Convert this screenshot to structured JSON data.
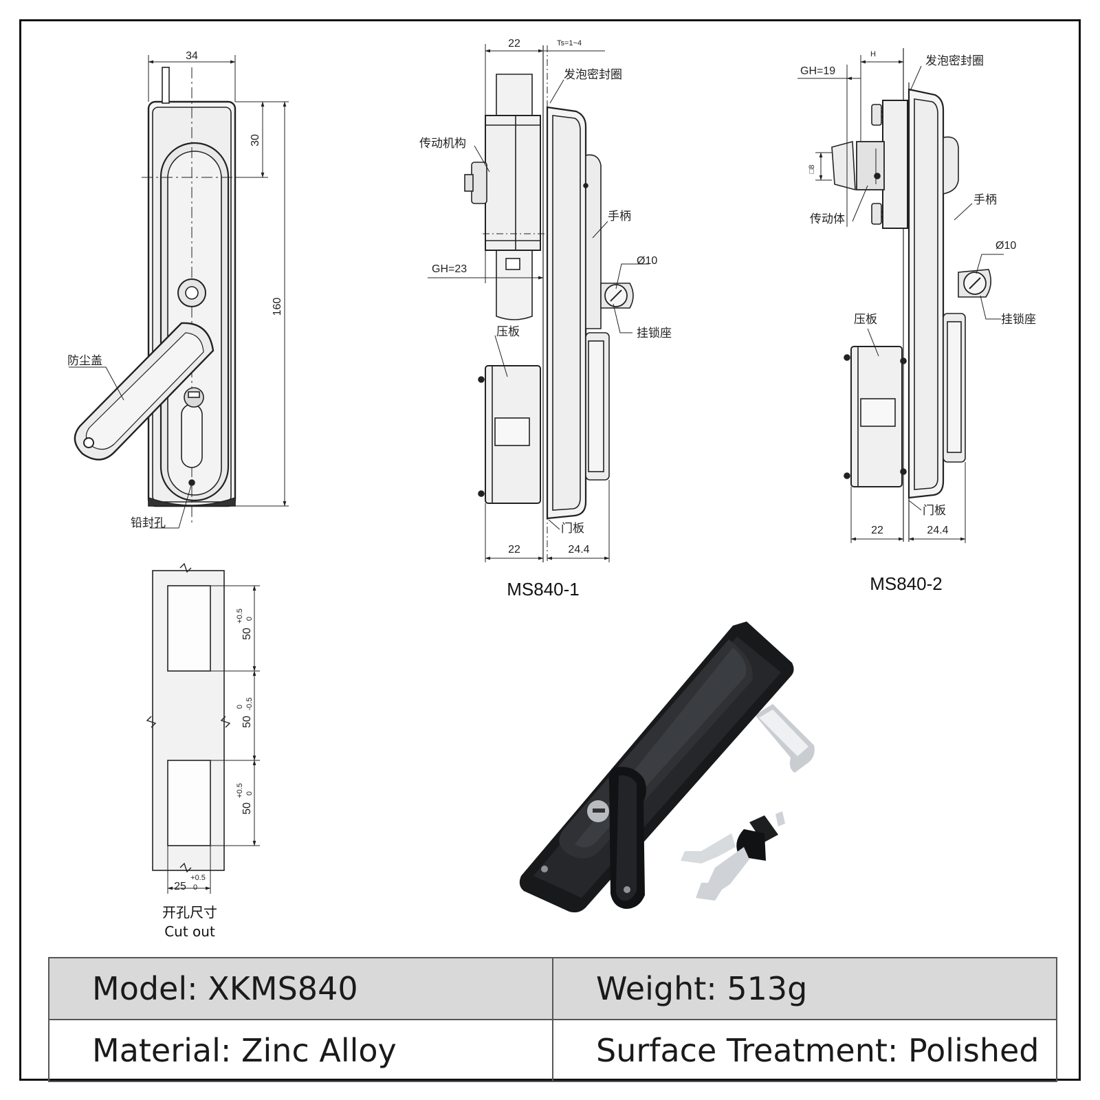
{
  "front_view": {
    "dims": {
      "width": "34",
      "top": "30",
      "height": "160"
    },
    "labels": {
      "dust_cover": "防尘盖",
      "seal_hole": "铅封孔"
    }
  },
  "view_ms840_1": {
    "title": "MS840-1",
    "dims": {
      "top_left": "22",
      "ts": "Ts=1~4",
      "gh": "GH=23",
      "bottom_left": "22",
      "bottom_right": "24.4",
      "dia": "Ø10"
    },
    "labels": {
      "foam_seal": "发泡密封圈",
      "drive_mechanism": "传动机构",
      "handle": "手柄",
      "press_plate": "压板",
      "padlock_seat": "挂锁座",
      "door_panel": "门板"
    }
  },
  "view_ms840_2": {
    "title": "MS840-2",
    "dims": {
      "gh": "GH=19",
      "h": "H",
      "square": "□8",
      "bottom_left": "22",
      "bottom_right": "24.4",
      "dia": "Ø10"
    },
    "labels": {
      "foam_seal": "发泡密封圈",
      "drive_body": "传动体",
      "handle": "手柄",
      "press_plate": "压板",
      "padlock_seat": "挂锁座",
      "door_panel": "门板"
    }
  },
  "cutout": {
    "dim_1": "50",
    "dim_1_tol_top": "+0.5",
    "dim_1_tol_bot": "0",
    "dim_2": "50",
    "dim_2_tol_top": "0",
    "dim_2_tol_bot": "-0.5",
    "dim_3": "50",
    "dim_3_tol_top": "+0.5",
    "dim_3_tol_bot": "0",
    "width": "25",
    "width_tol_top": "+0.5",
    "width_tol_bot": "0",
    "caption_cn": "开孔尺寸",
    "caption_en": "Cut out"
  },
  "specs": {
    "model": "Model: XKMS840",
    "weight": "Weight: 513g",
    "material": "Material: Zinc Alloy",
    "surface": "Surface Treatment: Polished"
  },
  "colors": {
    "line": "#222222",
    "fill": "#f1f1f1",
    "product": "#1b1c1e",
    "table_shade": "#d9d9d9"
  }
}
